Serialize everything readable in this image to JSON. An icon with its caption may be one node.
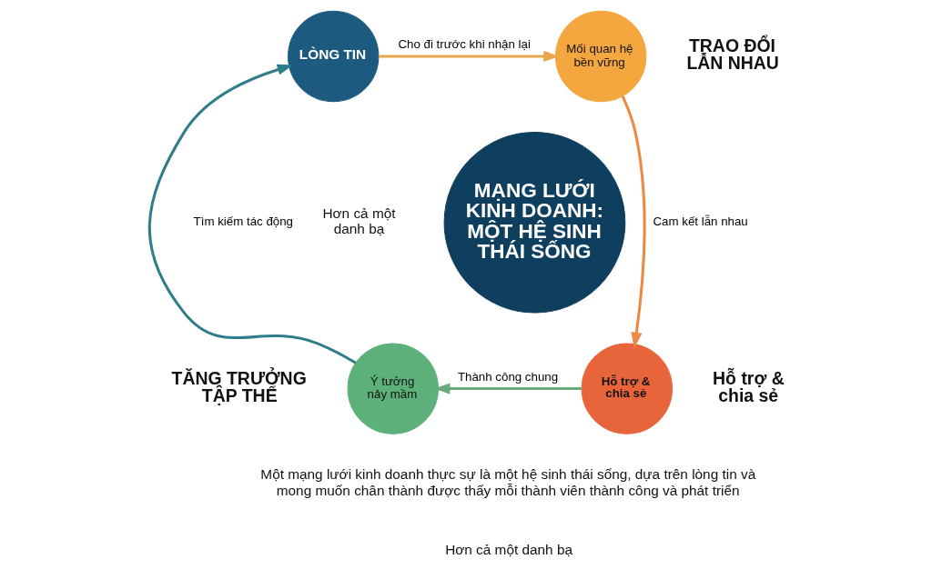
{
  "diagram": {
    "nodes": [
      {
        "text": [
          "LÒNG TIN"
        ]
      },
      {
        "text": [
          "Mối quan hệ bền vững"
        ],
        "beside": [
          "TRAO ĐỔI LẪN NHAU"
        ]
      },
      {
        "text": [
          "MẠNG LƯỚI KINH DOANH: MỘT HỆ SINH THÁI SỐNG"
        ]
      },
      {
        "text": [
          "Ý tưởng nảy mầm"
        ],
        "beside": [
          "TĂNG TRƯỞNG TẬP THỂ"
        ]
      },
      {
        "text": [
          "Hỗ trợ & chia sẻ"
        ],
        "beside": [
          "Hỗ trợ & chia sẻ"
        ]
      }
    ],
    "edges": [
      {
        "from": 0,
        "to": 1,
        "arrow": "to",
        "label": "Cho đi trước khi nhận lại",
        "color": "#e8a84a"
      },
      {
        "from": 1,
        "to": 4,
        "arrow": "to",
        "label": "Cam kết lẫn nhau",
        "color": "#ec8a45"
      },
      {
        "from": 4,
        "to": 3,
        "arrow": "to",
        "label": "Thành công chung",
        "color": "#6aaa7c"
      },
      {
        "from": 3,
        "to": 0,
        "arrow": "to",
        "label": "Tìm kiếm tác động",
        "color": "#2f7d8a"
      }
    ],
    "labels": [
      "Hơn cả một danh bạ",
      "Một mạng lưới kinh doanh thực sự là một hệ sinh thái sống, dựa trên lòng tin và mong muốn chân thành được thấy mỗi thành viên thành công và phát triển",
      "Hơn cả một danh bạ"
    ]
  }
}
